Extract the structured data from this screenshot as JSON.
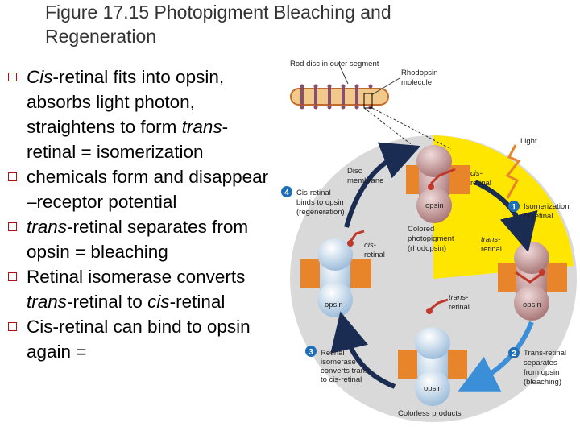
{
  "slide": {
    "title_line1": "Figure 17.15 Photopigment Bleaching and",
    "title_line2": "Regeneration"
  },
  "bullets": [
    [
      {
        "t": "Cis",
        "i": true
      },
      {
        "t": "-retinal fits into opsin, absorbs light photon, straightens to form ",
        "i": false
      },
      {
        "t": "trans",
        "i": true
      },
      {
        "t": "-retinal = isomerization",
        "i": false
      }
    ],
    [
      {
        "t": "chemicals form and disappear –receptor potential",
        "i": false
      }
    ],
    [
      {
        "t": "trans",
        "i": true
      },
      {
        "t": "-retinal separates from opsin = bleaching",
        "i": false
      }
    ],
    [
      {
        "t": "Retinal isomerase converts ",
        "i": false
      },
      {
        "t": "trans",
        "i": true
      },
      {
        "t": "-retinal to ",
        "i": false
      },
      {
        "t": "cis",
        "i": true
      },
      {
        "t": "-retinal",
        "i": false
      }
    ],
    [
      {
        "t": "Cis-retinal can bind to opsin again = ",
        "i": false
      }
    ]
  ],
  "diagram": {
    "rod_disc_label": "Rod disc in outer segment",
    "rhodopsin_l1": "Rhodopsin",
    "rhodopsin_l2": "molecule",
    "light_label": "Light",
    "disc_membrane_l1": "Disc",
    "disc_membrane_l2": "membrane",
    "cis_top_l1": "cis-",
    "cis_top_l2": "retinal",
    "opsin": "opsin",
    "colored_l1": "Colored",
    "colored_l2": "photopigment",
    "colored_l3": "(rhodopsin)",
    "trans_right_l1": "trans-",
    "trans_right_l2": "retinal",
    "cis_left_l1": "cis-",
    "cis_left_l2": "retinal",
    "trans_bottom_l1": "trans-",
    "trans_bottom_l2": "retinal",
    "colorless": "Colorless products",
    "step1_num": "1",
    "step1_l1": "Isomerization",
    "step1_l2": "of retinal",
    "step2_num": "2",
    "step2_l1": "Trans-retinal",
    "step2_l2": "separates",
    "step2_l3": "from opsin",
    "step2_l4": "(bleaching)",
    "step3_num": "3",
    "step3_l1": "Retinal",
    "step3_l2": "isomerase",
    "step3_l3": "converts trans-",
    "step3_l4": "to cis-retinal",
    "step4_num": "4",
    "step4_l1": "Cis-retinal",
    "step4_l2": "binds to opsin",
    "step4_l3": "(regeneration)"
  }
}
